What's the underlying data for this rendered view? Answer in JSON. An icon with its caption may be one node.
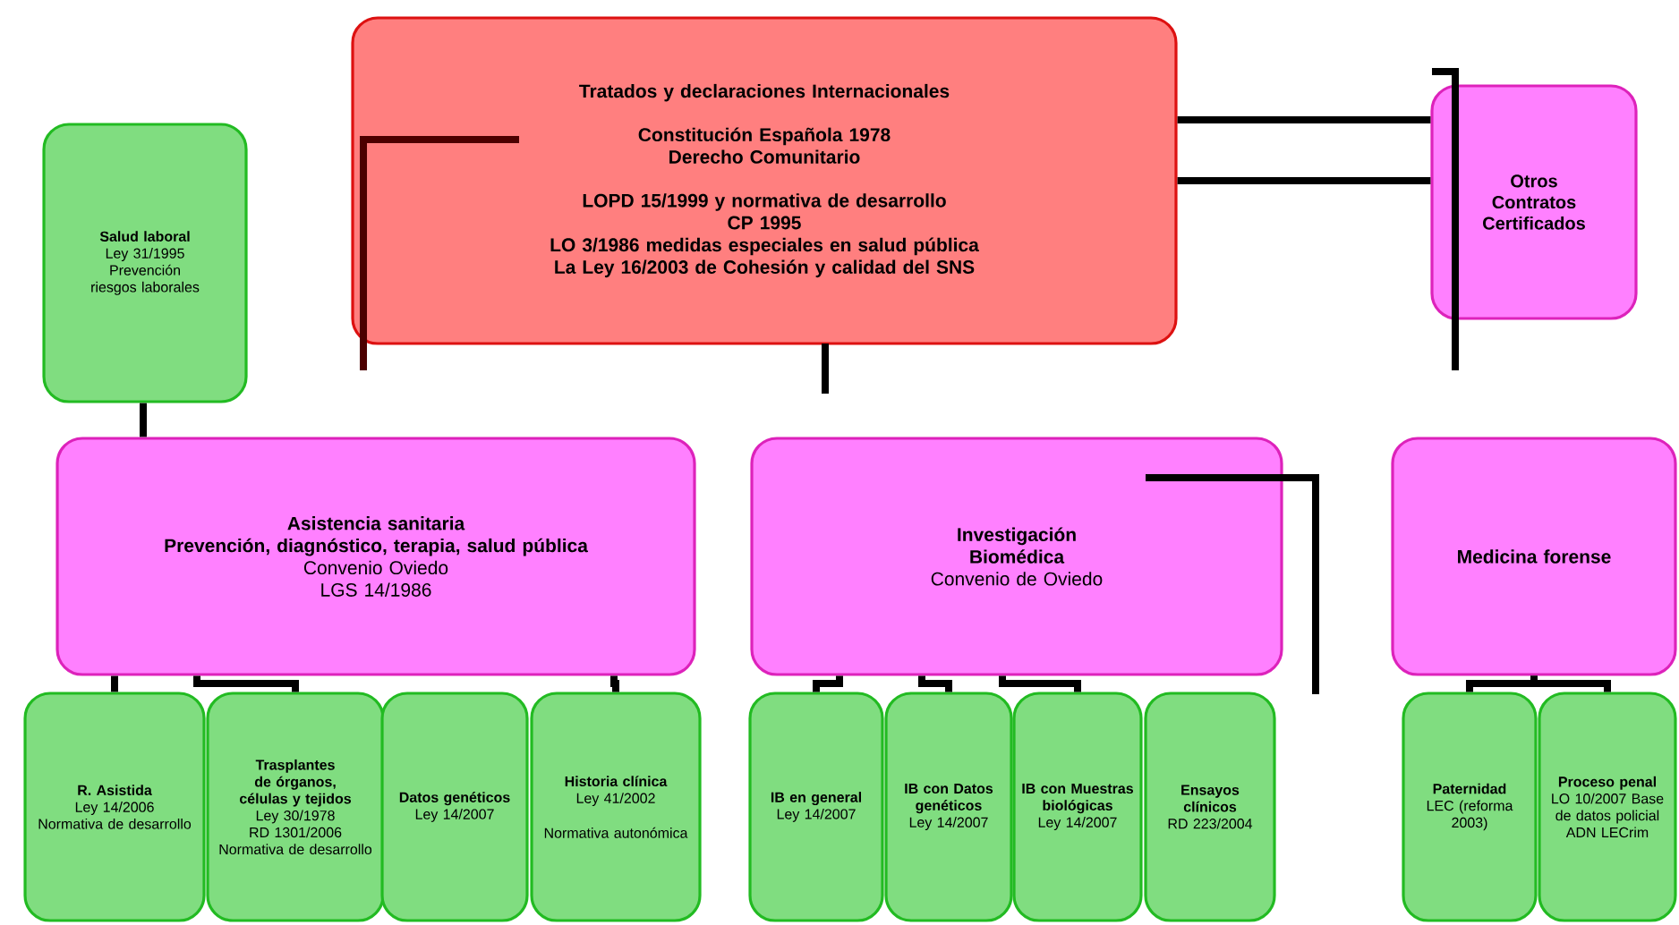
{
  "diagram": {
    "nodes": [
      {
        "text": [
          "Tratados y declaraciones Internacionales",
          "Constitución Española 1978",
          "Derecho Comunitario",
          "LOPD 15/1999 y normativa de desarrollo",
          "CP 1995",
          "LO 3/1986 medidas especiales en salud pública",
          "La Ley 16/2003 de Cohesión y calidad del SNS"
        ]
      },
      {
        "text": [
          "Otros Contratos Certificados"
        ]
      },
      {
        "text": [
          "Salud laboral",
          "Ley 31/1995",
          "Prevención riesgos laborales"
        ]
      },
      {
        "text": [
          "Asistencia sanitaria",
          "Prevención, diagnóstico, terapia, salud pública",
          "Convenio Oviedo",
          "LGS 14/1986"
        ]
      },
      {
        "text": [
          "Investigación Biomédica",
          "Convenio de Oviedo"
        ]
      },
      {
        "text": [
          "Medicina forense"
        ]
      },
      {
        "text": [
          "R. Asistida",
          "Ley 14/2006",
          "Normativa de desarrollo"
        ]
      },
      {
        "text": [
          "Trasplantes de órganos, células y tejidos",
          "Ley 30/1978",
          "RD 1301/2006",
          "Normativa de desarrollo"
        ]
      },
      {
        "text": [
          "Datos genéticos",
          "Ley 14/2007"
        ]
      },
      {
        "text": [
          "Historia clínica",
          "Ley 41/2002",
          "Normativa autonómica"
        ]
      },
      {
        "text": [
          "IB en general",
          "Ley 14/2007"
        ]
      },
      {
        "text": [
          "IB con Datos genéticos",
          "Ley 14/2007"
        ]
      },
      {
        "text": [
          "IB con Muestras biológicas",
          "Ley 14/2007"
        ]
      },
      {
        "text": [
          "Ensayos clínicos",
          "RD 223/2004"
        ]
      },
      {
        "text": [
          "Paternidad",
          "LEC (reforma 2003)"
        ]
      },
      {
        "text": [
          "Proceso penal",
          "LO 10/2007 Base de datos policial ADN LECrim"
        ]
      }
    ],
    "edges": [
      {
        "from": 0,
        "to": 1,
        "arrow": "none"
      },
      {
        "from": 0,
        "to": 1,
        "arrow": "none"
      },
      {
        "from": 2,
        "to": 3,
        "arrow": "none"
      },
      {
        "from": 3,
        "to": 6,
        "arrow": "none"
      },
      {
        "from": 3,
        "to": 7,
        "arrow": "none"
      },
      {
        "from": 3,
        "to": 9,
        "arrow": "none"
      },
      {
        "from": 4,
        "to": 10,
        "arrow": "none"
      },
      {
        "from": 4,
        "to": 11,
        "arrow": "none"
      },
      {
        "from": 4,
        "to": 12,
        "arrow": "none"
      },
      {
        "from": 5,
        "to": 14,
        "arrow": "none"
      },
      {
        "from": 5,
        "to": 15,
        "arrow": "none"
      }
    ]
  }
}
